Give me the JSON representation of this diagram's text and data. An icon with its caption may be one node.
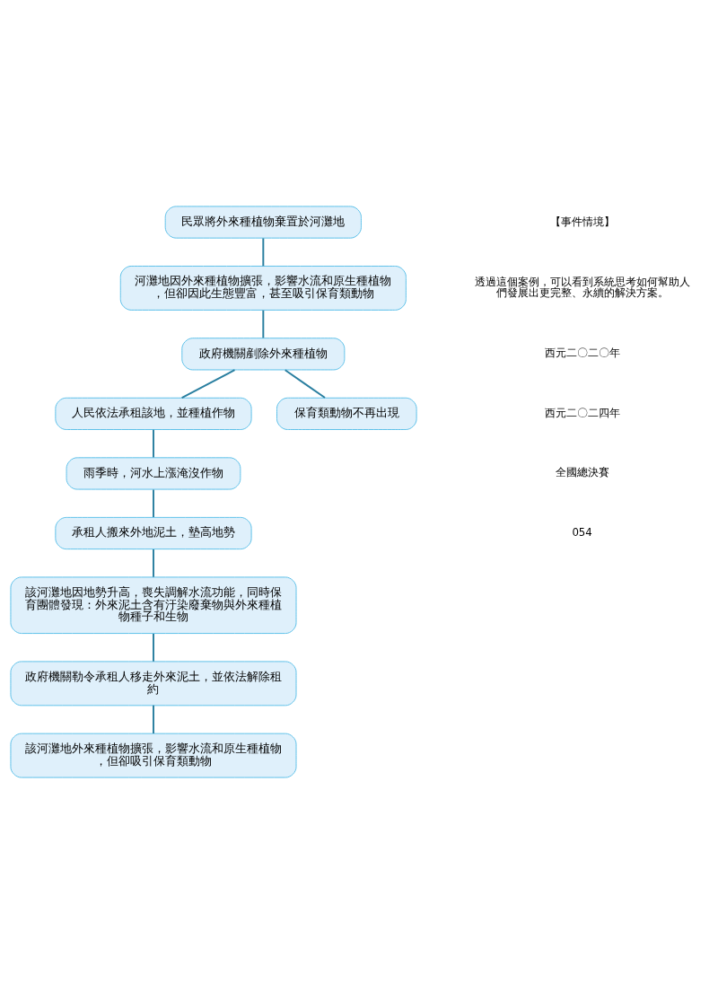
{
  "diagram": {
    "nodes": [
      {
        "text": [
          "民眾將外來種植物棄置於河灘地"
        ]
      },
      {
        "text": [
          "河灘地因外來種植物擴張，影響水流和原生種植物，但卻因此生態豐富，甚至吸引保育類動物"
        ]
      },
      {
        "text": [
          "政府機關剷除外來種植物"
        ]
      },
      {
        "text": [
          "人民依法承租該地，並種植作物"
        ]
      },
      {
        "text": [
          "保育類動物不再出現"
        ]
      },
      {
        "text": [
          "雨季時，河水上漲淹沒作物"
        ]
      },
      {
        "text": [
          "承租人搬來外地泥土，墊高地勢"
        ]
      },
      {
        "text": [
          "該河灘地因地勢升高，喪失調解水流功能，同時保育團體發現：外來泥土含有汙染廢棄物與外來種植物種子和生物"
        ]
      },
      {
        "text": [
          "政府機關勒令承租人移走外來泥土，並依法解除租約"
        ]
      },
      {
        "text": [
          "該河灘地外來種植物擴張，影響水流和原生種植物，但卻吸引保育類動物"
        ]
      }
    ],
    "edges": [
      {
        "from": 0,
        "to": 1,
        "arrow": "none"
      },
      {
        "from": 1,
        "to": 2,
        "arrow": "none"
      },
      {
        "from": 2,
        "to": 3,
        "arrow": "none"
      },
      {
        "from": 2,
        "to": 4,
        "arrow": "none"
      },
      {
        "from": 3,
        "to": 5,
        "arrow": "none"
      },
      {
        "from": 5,
        "to": 6,
        "arrow": "none"
      },
      {
        "from": 6,
        "to": 7,
        "arrow": "none"
      },
      {
        "from": 7,
        "to": 8,
        "arrow": "none"
      },
      {
        "from": 8,
        "to": 9,
        "arrow": "none"
      }
    ],
    "labels": [
      "【事件情境】",
      "透過這個案例，可以看到系統思考如何幫助人們發展出更完整、永續的解決方案。",
      "西元二〇二〇年",
      "西元二〇二四年",
      "全國總決賽",
      "054"
    ]
  }
}
